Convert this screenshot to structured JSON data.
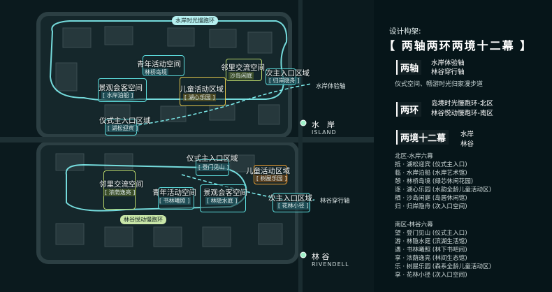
{
  "map": {
    "north_loop_label": "水岸时光慢跑环",
    "south_loop_label": "林谷悦动慢跑环",
    "axis_north": "水岸体验轴",
    "axis_south": "林谷穿行轴",
    "station_north": {
      "cn": "水　岸",
      "en": "ISLAND"
    },
    "station_south": {
      "cn": "林 谷",
      "en": "RIVENDELL"
    },
    "zones": {
      "n_youth": {
        "title": "青年活动空间",
        "sub": "林桥岛境"
      },
      "n_neighbor": {
        "title": "邻里交流空间",
        "sub": "沙岛闲庭"
      },
      "n_view": {
        "title": "景观会客空间",
        "sub": "[ 水岸泊船 ]"
      },
      "n_child": {
        "title": "儿童活动区域",
        "sub": "[ 湖心乐园 ]"
      },
      "n_second": {
        "title": "次主入口区域",
        "sub": "[ 归岸隐舟 ]"
      },
      "n_ceremony": {
        "title": "仪式主入口区域",
        "sub": "[ 湖松迎宾 ]"
      },
      "s_ceremony": {
        "title": "仪式主入口区域",
        "sub": "[ 登门见山 ]"
      },
      "s_child": {
        "title": "儿童活动区域",
        "sub": "[ 树屋乐园 ]"
      },
      "s_neighbor": {
        "title": "邻里交流空间",
        "sub": "[ 浓荫逸亮 ]"
      },
      "s_youth": {
        "title": "青年活动空间",
        "sub": "[ 书林曦照 ]"
      },
      "s_view": {
        "title": "景观会客空间",
        "sub": "[ 林隐水庭 ]"
      },
      "s_second": {
        "title": "次主入口区域",
        "sub": "[ 花林小径 ]"
      }
    }
  },
  "panel": {
    "heading": "设计构架:",
    "main_title": "【 两轴两环两境十二幕 】",
    "axes": {
      "tag": "两轴",
      "line1": "水岸体验轴",
      "line2": "林谷穿行轴",
      "desc": "仪式空间、畅游时光归家漫步道"
    },
    "loops": {
      "tag": "两环",
      "line1": "岛境时光慢跑环-北区",
      "line2": "林谷悦动慢跑环-南区"
    },
    "realms": {
      "tag": "两境十二幕",
      "line1": "水岸",
      "line2": "林谷"
    },
    "north_title": "北区-水岸六幕",
    "north_items": [
      "抵 · 湖松迎宾 (仪式主入口)",
      "临 · 水岸泊船 (水岸艺术馆)",
      "憩 · 林桥岛境 (绿芯休闲花园)",
      "逐 · 湖心乐园 (水韵全龄儿童活动区)",
      "栖 · 沙岛闲庭 (岛居休闲馆)",
      "归 · 归岸隐舟 (次入口空间)"
    ],
    "south_title": "南区-林谷六幕",
    "south_items": [
      "望 · 登门见山 (仪式主入口)",
      "游 · 林隐水庭 (滨湖生活馆)",
      "遇 · 书林曦照 (林下书吧间)",
      "享 · 浓荫逸亮 (林间生态馆)",
      "乐 · 树屋乐园 (森系全龄儿童活动区)",
      "享 · 花林小径 (次入口空间)"
    ]
  },
  "colors": {
    "accent": "#5ee0e0",
    "yellow": "#e6c84c",
    "green": "#b8d56a",
    "orange": "#f0a030",
    "bg": "#071a1e"
  }
}
